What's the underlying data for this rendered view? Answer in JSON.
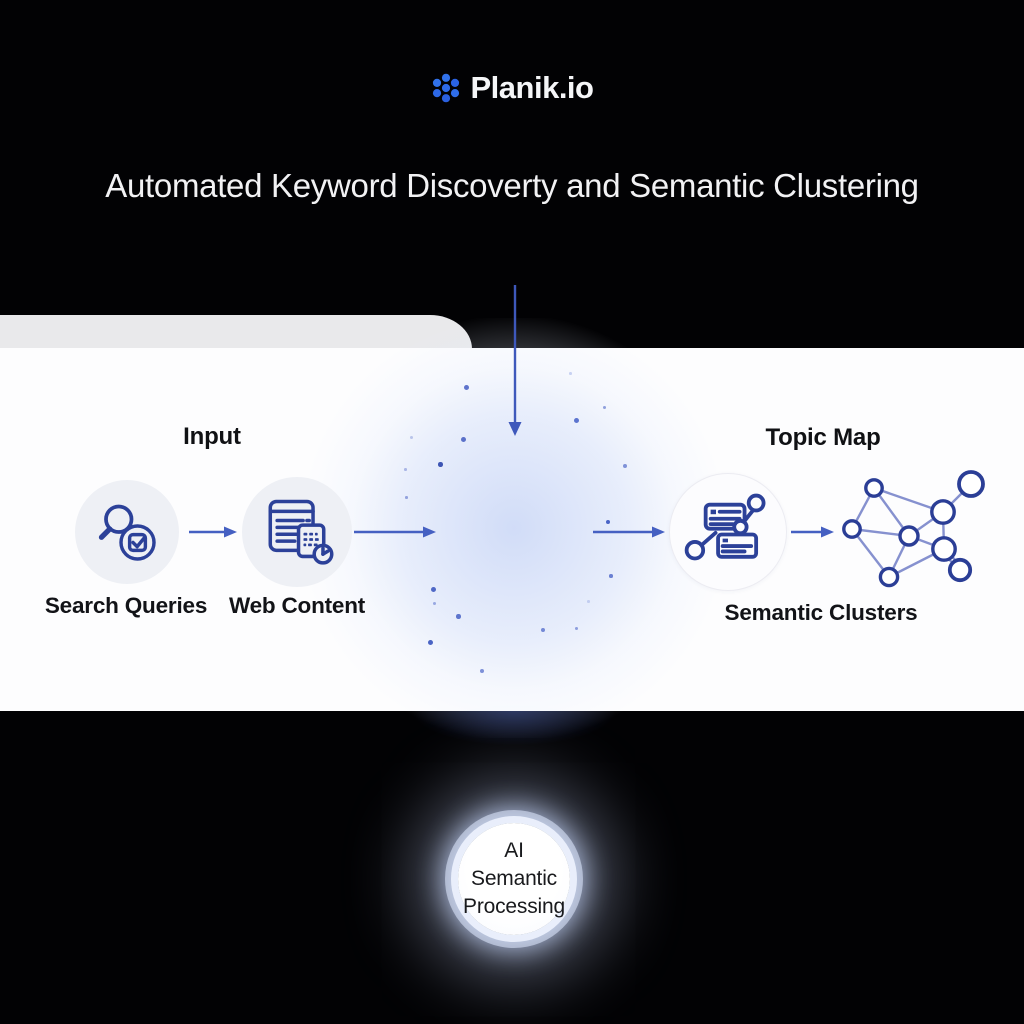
{
  "brand": {
    "name": "Planik.io",
    "logo_icon": "dot-cluster-logo-icon",
    "accent_color": "#2d6ae9"
  },
  "title": "Automated Keyword Discoverty and Semantic Clustering",
  "sections": {
    "input": {
      "label": "Input"
    },
    "topic_map": {
      "label": "Topic Map"
    }
  },
  "flow": {
    "steps": [
      {
        "id": "search-queries",
        "label": "Search Queries",
        "icon": "search-check-icon"
      },
      {
        "id": "web-content",
        "label": "Web Content",
        "icon": "document-calculator-icon"
      },
      {
        "id": "ai-processing",
        "label_lines": [
          "AI",
          "Semantic",
          "Processing"
        ]
      },
      {
        "id": "semantic-clusters",
        "label": "Semantic Clusters",
        "icon": "topic-cards-icon"
      },
      {
        "id": "topic-network",
        "icon": "network-graph-icon"
      }
    ],
    "connectors": [
      "arrow-down-icon",
      "arrow-right-icon",
      "arrow-right-icon",
      "arrow-right-icon",
      "arrow-right-icon"
    ]
  },
  "colors": {
    "background": "#020204",
    "panel": "#fdfdfe",
    "tab": "#e9e9eb",
    "icon_stroke": "#2c4199",
    "arrow": "#4560c2",
    "network_edge": "#8691cf",
    "glow": "#c6d4f6",
    "title_text": "#f2f2f4",
    "label_text": "#121317"
  }
}
